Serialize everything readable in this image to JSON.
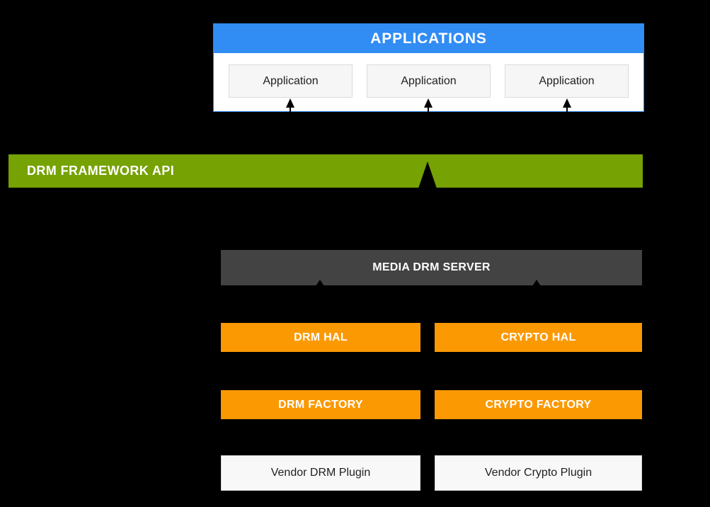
{
  "diagram": {
    "title_semantic": "Android DRM HAL architecture",
    "applications": {
      "header": "APPLICATIONS",
      "items": [
        {
          "label": "Application"
        },
        {
          "label": "Application"
        },
        {
          "label": "Application"
        }
      ]
    },
    "framework_api": {
      "label": "DRM FRAMEWORK API"
    },
    "media_server": {
      "label": "MEDIA DRM SERVER"
    },
    "hal": [
      {
        "label": "DRM HAL"
      },
      {
        "label": "CRYPTO HAL"
      }
    ],
    "factory": [
      {
        "label": "DRM FACTORY"
      },
      {
        "label": "CRYPTO FACTORY"
      }
    ],
    "plugins": [
      {
        "label": "Vendor DRM Plugin"
      },
      {
        "label": "Vendor Crypto Plugin"
      }
    ],
    "colors": {
      "background": "#000000",
      "blue_header": "#318cf4",
      "green_bar": "#76a203",
      "dark_gray_bar": "#434343",
      "orange_bar": "#fb9903",
      "box_bg": "#f6f6f6",
      "arrow": "#000000"
    }
  }
}
